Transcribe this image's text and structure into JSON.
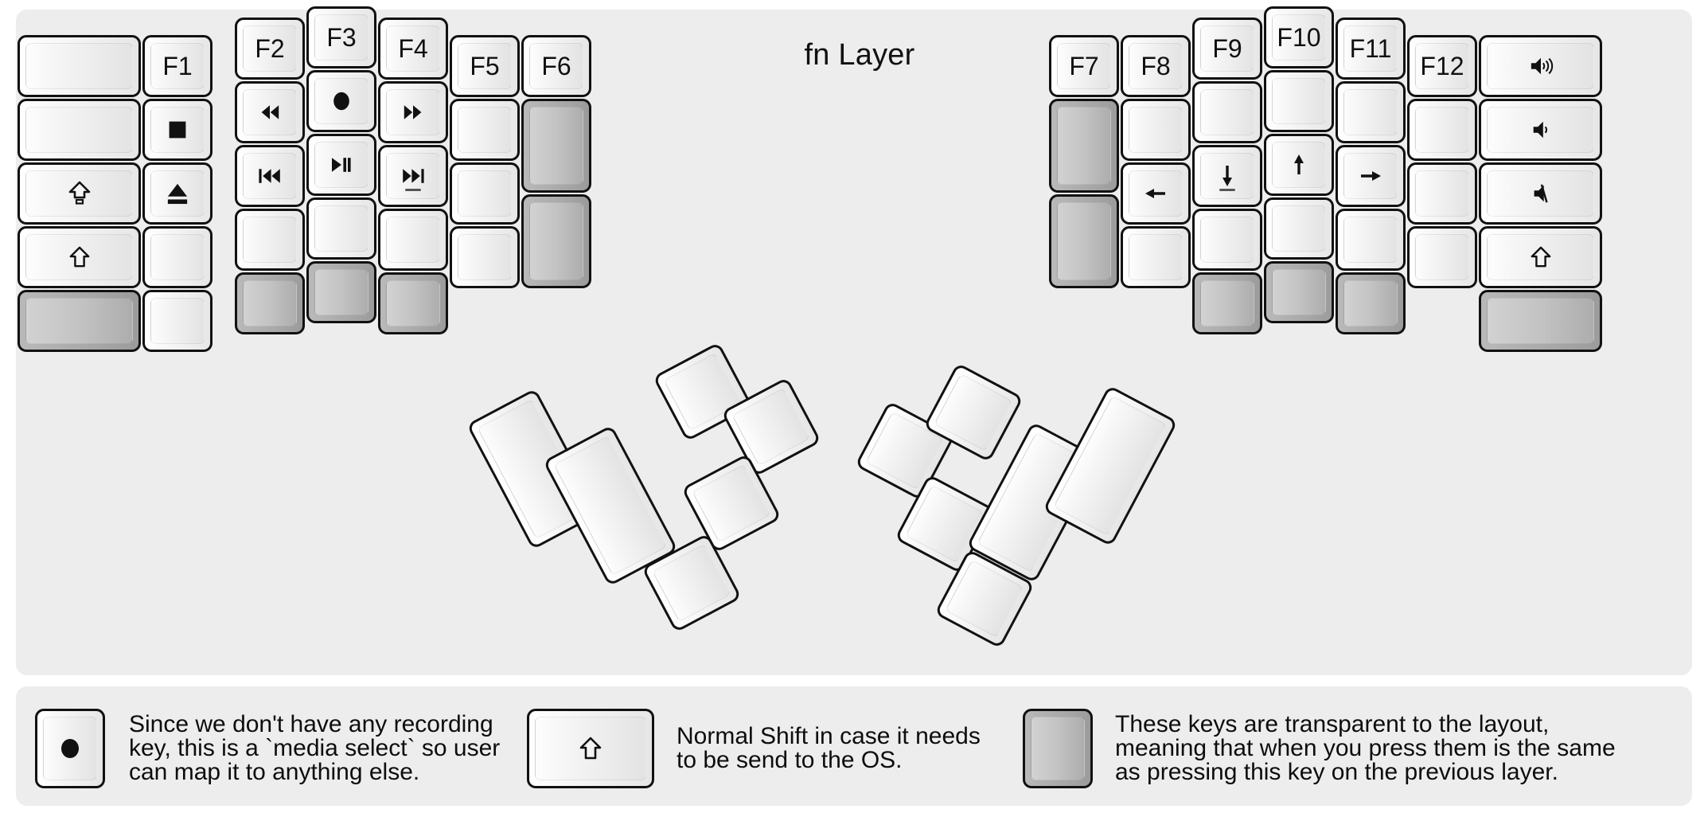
{
  "title": "fn Layer",
  "colors": {
    "panel_background": "#ededed",
    "key_outline": "#111111",
    "key_face_light": "#ffffff",
    "key_face_shade": "#e3e3e3",
    "transparent_key": "#a8a8a8",
    "glyph": "#111111"
  },
  "legend": {
    "items": [
      {
        "key_glyph": "record-circle",
        "text": "Since we don't have any recording\nkey, this is a `media select` so user\ncan map it to anything else."
      },
      {
        "key_glyph": "shift-arrow",
        "text": "Normal Shift in case it needs\nto be send to the OS."
      },
      {
        "key_glyph": "transparent",
        "text": "These keys are transparent to the layout,\nmeaning that when you press them is the same\nas pressing this key on the previous layer."
      }
    ]
  },
  "keyboard": {
    "left_half": {
      "columns": [
        {
          "name": "outer-column",
          "keys": [
            {
              "label": "",
              "glyph": "",
              "state": "blank"
            },
            {
              "label": "",
              "glyph": "",
              "state": "blank"
            },
            {
              "label": "",
              "glyph": "caps-lock",
              "state": "glyph"
            },
            {
              "label": "",
              "glyph": "shift-arrow",
              "state": "glyph"
            },
            {
              "label": "",
              "glyph": "",
              "state": "transparent"
            }
          ]
        },
        {
          "name": "pinky-column",
          "keys": [
            {
              "label": "F1",
              "glyph": "",
              "state": "label"
            },
            {
              "label": "",
              "glyph": "media-stop",
              "state": "glyph"
            },
            {
              "label": "",
              "glyph": "media-eject",
              "state": "glyph"
            },
            {
              "label": "",
              "glyph": "",
              "state": "blank"
            },
            {
              "label": "",
              "glyph": "",
              "state": "blank"
            }
          ]
        },
        {
          "name": "ring-column",
          "keys": [
            {
              "label": "F2",
              "glyph": "",
              "state": "label"
            },
            {
              "label": "",
              "glyph": "media-rewind",
              "state": "glyph"
            },
            {
              "label": "",
              "glyph": "media-prev",
              "state": "glyph"
            },
            {
              "label": "",
              "glyph": "",
              "state": "blank"
            },
            {
              "label": "",
              "glyph": "",
              "state": "transparent"
            }
          ]
        },
        {
          "name": "middle-column",
          "keys": [
            {
              "label": "F3",
              "glyph": "",
              "state": "label"
            },
            {
              "label": "",
              "glyph": "media-record",
              "state": "glyph"
            },
            {
              "label": "",
              "glyph": "media-playpause",
              "state": "glyph"
            },
            {
              "label": "",
              "glyph": "",
              "state": "blank"
            },
            {
              "label": "",
              "glyph": "",
              "state": "transparent"
            }
          ]
        },
        {
          "name": "index-column",
          "keys": [
            {
              "label": "F4",
              "glyph": "",
              "state": "label"
            },
            {
              "label": "",
              "glyph": "media-forward",
              "state": "glyph"
            },
            {
              "label": "",
              "glyph": "media-next",
              "state": "glyph-bump"
            },
            {
              "label": "",
              "glyph": "",
              "state": "blank"
            },
            {
              "label": "",
              "glyph": "",
              "state": "transparent"
            }
          ]
        },
        {
          "name": "inner-index-column",
          "keys": [
            {
              "label": "F5",
              "glyph": "",
              "state": "label"
            },
            {
              "label": "",
              "glyph": "",
              "state": "blank"
            },
            {
              "label": "",
              "glyph": "",
              "state": "blank"
            },
            {
              "label": "",
              "glyph": "",
              "state": "blank"
            }
          ]
        },
        {
          "name": "inner-column",
          "keys": [
            {
              "label": "F6",
              "glyph": "",
              "state": "label"
            },
            {
              "label": "",
              "glyph": "",
              "state": "transparent"
            },
            {
              "label": "",
              "glyph": "",
              "state": "transparent"
            }
          ]
        }
      ],
      "thumb_cluster": [
        {
          "name": "thumb-big-1",
          "label": "",
          "state": "blank"
        },
        {
          "name": "thumb-big-2",
          "label": "",
          "state": "blank"
        },
        {
          "name": "thumb-small-1",
          "label": "",
          "state": "blank"
        },
        {
          "name": "thumb-small-2",
          "label": "",
          "state": "blank"
        },
        {
          "name": "thumb-small-3",
          "label": "",
          "state": "blank"
        },
        {
          "name": "thumb-small-4",
          "label": "",
          "state": "blank"
        }
      ]
    },
    "right_half": {
      "columns": [
        {
          "name": "inner-column",
          "keys": [
            {
              "label": "F7",
              "glyph": "",
              "state": "label"
            },
            {
              "label": "",
              "glyph": "",
              "state": "transparent"
            },
            {
              "label": "",
              "glyph": "",
              "state": "transparent"
            }
          ]
        },
        {
          "name": "inner-index-column",
          "keys": [
            {
              "label": "F8",
              "glyph": "",
              "state": "label"
            },
            {
              "label": "",
              "glyph": "",
              "state": "blank"
            },
            {
              "label": "",
              "glyph": "arrow-left",
              "state": "glyph"
            },
            {
              "label": "",
              "glyph": "",
              "state": "blank"
            }
          ]
        },
        {
          "name": "index-column",
          "keys": [
            {
              "label": "F9",
              "glyph": "",
              "state": "label"
            },
            {
              "label": "",
              "glyph": "",
              "state": "blank"
            },
            {
              "label": "",
              "glyph": "arrow-down",
              "state": "glyph-bump"
            },
            {
              "label": "",
              "glyph": "",
              "state": "blank"
            },
            {
              "label": "",
              "glyph": "",
              "state": "transparent"
            }
          ]
        },
        {
          "name": "middle-column",
          "keys": [
            {
              "label": "F10",
              "glyph": "",
              "state": "label"
            },
            {
              "label": "",
              "glyph": "",
              "state": "blank"
            },
            {
              "label": "",
              "glyph": "arrow-up",
              "state": "glyph"
            },
            {
              "label": "",
              "glyph": "",
              "state": "blank"
            },
            {
              "label": "",
              "glyph": "",
              "state": "transparent"
            }
          ]
        },
        {
          "name": "ring-column",
          "keys": [
            {
              "label": "F11",
              "glyph": "",
              "state": "label"
            },
            {
              "label": "",
              "glyph": "",
              "state": "blank"
            },
            {
              "label": "",
              "glyph": "arrow-right",
              "state": "glyph"
            },
            {
              "label": "",
              "glyph": "",
              "state": "blank"
            },
            {
              "label": "",
              "glyph": "",
              "state": "transparent"
            }
          ]
        },
        {
          "name": "pinky-column",
          "keys": [
            {
              "label": "F12",
              "glyph": "",
              "state": "label"
            },
            {
              "label": "",
              "glyph": "",
              "state": "blank"
            },
            {
              "label": "",
              "glyph": "",
              "state": "blank"
            },
            {
              "label": "",
              "glyph": "",
              "state": "blank"
            }
          ]
        },
        {
          "name": "outer-column",
          "keys": [
            {
              "label": "",
              "glyph": "volume-up",
              "state": "glyph"
            },
            {
              "label": "",
              "glyph": "volume-down",
              "state": "glyph"
            },
            {
              "label": "",
              "glyph": "volume-mute",
              "state": "glyph"
            },
            {
              "label": "",
              "glyph": "shift-arrow",
              "state": "glyph"
            },
            {
              "label": "",
              "glyph": "",
              "state": "transparent"
            }
          ]
        }
      ],
      "thumb_cluster": [
        {
          "name": "thumb-small-1",
          "label": "",
          "state": "blank"
        },
        {
          "name": "thumb-small-2",
          "label": "",
          "state": "blank"
        },
        {
          "name": "thumb-small-3",
          "label": "",
          "state": "blank"
        },
        {
          "name": "thumb-small-4",
          "label": "",
          "state": "blank"
        },
        {
          "name": "thumb-big-1",
          "label": "",
          "state": "blank"
        },
        {
          "name": "thumb-big-2",
          "label": "",
          "state": "blank"
        }
      ]
    }
  }
}
